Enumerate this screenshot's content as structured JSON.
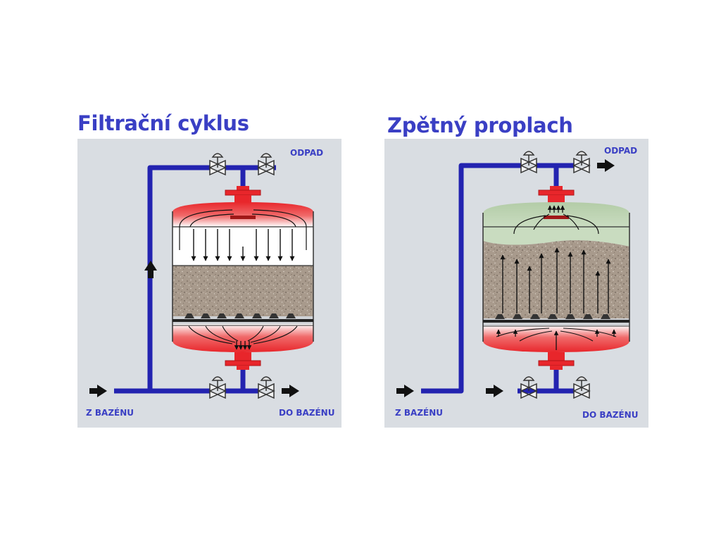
{
  "panels": {
    "filtration": {
      "title": "Filtrační cyklus",
      "label_waste": "ODPAD",
      "label_from_pool": "Z BAZÉNU",
      "label_to_pool": "DO BAZÉNU"
    },
    "backwash": {
      "title": "Zpětný proplach",
      "label_waste": "ODPAD",
      "label_from_pool": "Z BAZÉNU",
      "label_to_pool": "DO BAZÉNU"
    }
  },
  "colors": {
    "title": "#3a3fc4",
    "pipe": "#2323b0",
    "panel_background": "#d9dde2",
    "tank_red": "#e8262b",
    "sand": "#a89a8c",
    "backwash_water": "#b6cfaa"
  }
}
